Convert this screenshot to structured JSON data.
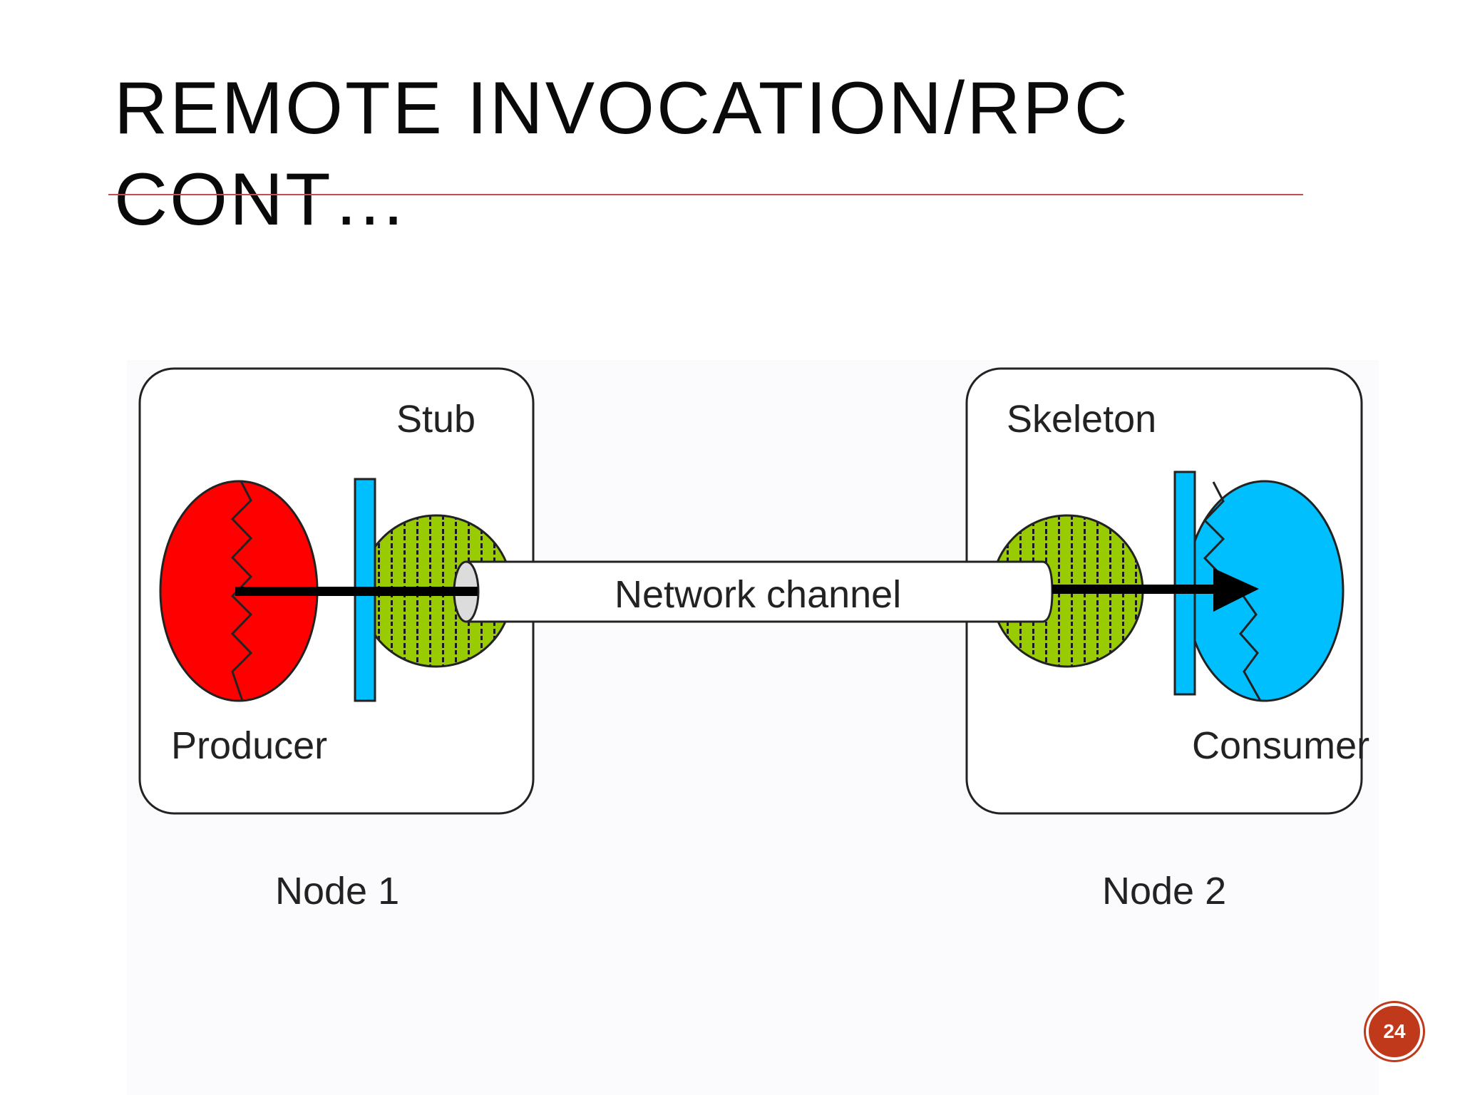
{
  "slide": {
    "title_line1": "REMOTE INVOCATION/RPC",
    "title_line2": "CONT…",
    "page_number": "24"
  },
  "diagram": {
    "stub_label": "Stub",
    "skeleton_label": "Skeleton",
    "producer_label": "Producer",
    "consumer_label": "Consumer",
    "channel_label": "Network channel",
    "node1_label": "Node 1",
    "node2_label": "Node 2"
  },
  "colors": {
    "producer": "#ff0000",
    "stub_skeleton": "#99cc00",
    "connector_bar": "#00bfff",
    "consumer": "#00bfff",
    "accent": "#c0504d",
    "badge": "#c0391b"
  }
}
